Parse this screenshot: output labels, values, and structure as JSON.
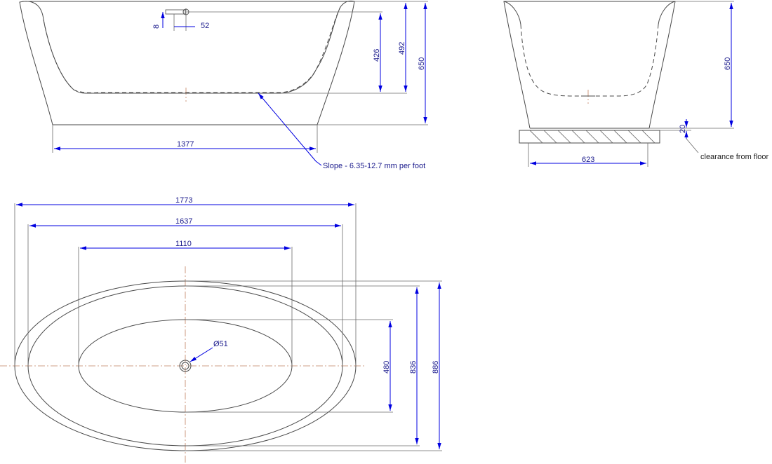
{
  "side_view": {
    "dimensions": {
      "overflow_offset": "8",
      "overflow_width": "52",
      "inner_depth": "426",
      "overflow_height": "492",
      "total_height": "650",
      "base_length": "1377"
    },
    "slope_note": "Slope - 6.35-12.7 mm per foot"
  },
  "end_view": {
    "dimensions": {
      "total_height": "650",
      "clearance": "20",
      "base_width": "623"
    },
    "clearance_note": "clearance from floor"
  },
  "top_view": {
    "dimensions": {
      "outer_length": "1773",
      "rim_length": "1637",
      "inner_length": "1110",
      "inner_width": "480",
      "rim_width": "836",
      "outer_width": "886"
    },
    "drain_diameter": "Ø51"
  },
  "colors": {
    "dimension": "#0000e0",
    "text": "#1a1a8c",
    "outline": "#4a4a4a",
    "centerline": "#c08060"
  }
}
